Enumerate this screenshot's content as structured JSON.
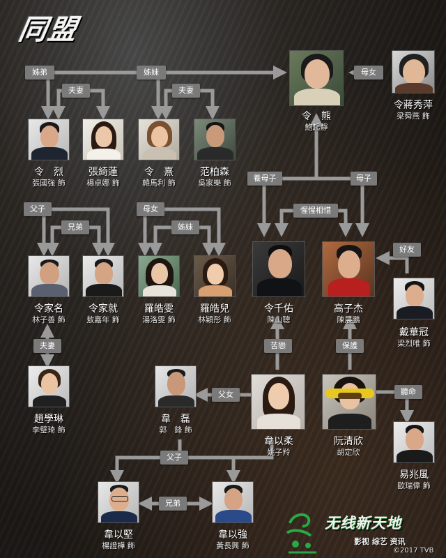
{
  "title": "同盟",
  "colors": {
    "line": "#9a9a9a",
    "label_bg": "#7a7a7a",
    "text": "#ffffff",
    "watermark_green": "#2aa845"
  },
  "characters": [
    {
      "id": "ling-hung",
      "name": "令　熊",
      "actor": "鮑起靜"
    },
    {
      "id": "ling-tseung-sau-ping",
      "name": "令蔣秀萍",
      "actor": "梁舜燕 飾"
    },
    {
      "id": "ling-lit",
      "name": "令　烈",
      "actor": "張國強 飾"
    },
    {
      "id": "cheung-yee-lin",
      "name": "張綺蓮",
      "actor": "楊卓娜 飾"
    },
    {
      "id": "ling-hei",
      "name": "令　熹",
      "actor": "韓馬利 飾"
    },
    {
      "id": "fan-pak-sum",
      "name": "范柏森",
      "actor": "吳家樂 飾"
    },
    {
      "id": "ling-ka-ming",
      "name": "令家名",
      "actor": "林子善 飾"
    },
    {
      "id": "ling-ka-chau",
      "name": "令家就",
      "actor": "敖嘉年 飾"
    },
    {
      "id": "law-ho-man",
      "name": "羅皓雯",
      "actor": "湯洛雯 飾"
    },
    {
      "id": "law-ho-yi",
      "name": "羅皓兒",
      "actor": "林穎彤 飾"
    },
    {
      "id": "ling-chin-yau",
      "name": "令千佑",
      "actor": "陳山聰"
    },
    {
      "id": "ko-chi-kit",
      "name": "高子杰",
      "actor": "陳展鵬"
    },
    {
      "id": "tai-wah-kwun",
      "name": "戴華冠",
      "actor": "梁烈唯 飾"
    },
    {
      "id": "chiu-hok-lam",
      "name": "趙學琳",
      "actor": "李璧琦 飾"
    },
    {
      "id": "wai-lui",
      "name": "韋　磊",
      "actor": "郭　鋒 飾"
    },
    {
      "id": "wai-yi-yau",
      "name": "韋以柔",
      "actor": "姚子羚"
    },
    {
      "id": "yuen-ching-yan",
      "name": "阮清欣",
      "actor": "胡定欣"
    },
    {
      "id": "yik-siu-fung",
      "name": "易兆風",
      "actor": "歐瑞偉 飾"
    },
    {
      "id": "wai-yi-kin",
      "name": "韋以堅",
      "actor": "楊證樺 飾"
    },
    {
      "id": "wai-yi-keung",
      "name": "韋以強",
      "actor": "黃長興 飾"
    }
  ],
  "relations": {
    "sister_brother": "姊弟",
    "sisters_top": "姊妹",
    "spouse_1": "夫妻",
    "spouse_2": "夫妻",
    "mother_daughter_top": "母女",
    "adoptive_mother_son": "養母子",
    "mother_son": "母子",
    "mutual_respect": "惺惺相惜",
    "father_son_1": "父子",
    "brothers_1": "兄弟",
    "mother_daughter_mid": "母女",
    "sisters_mid": "姊妹",
    "good_friends": "好友",
    "spouse_3": "夫妻",
    "bitter_love": "苦戀",
    "protect": "保護",
    "father_daughter": "父女",
    "takes_orders": "聽命",
    "father_son_2": "父子",
    "brothers_2": "兄弟"
  },
  "watermark": {
    "title": "无线新天地",
    "subtitle": "影视 综艺 资讯",
    "copyright": "©2017 TVB"
  }
}
